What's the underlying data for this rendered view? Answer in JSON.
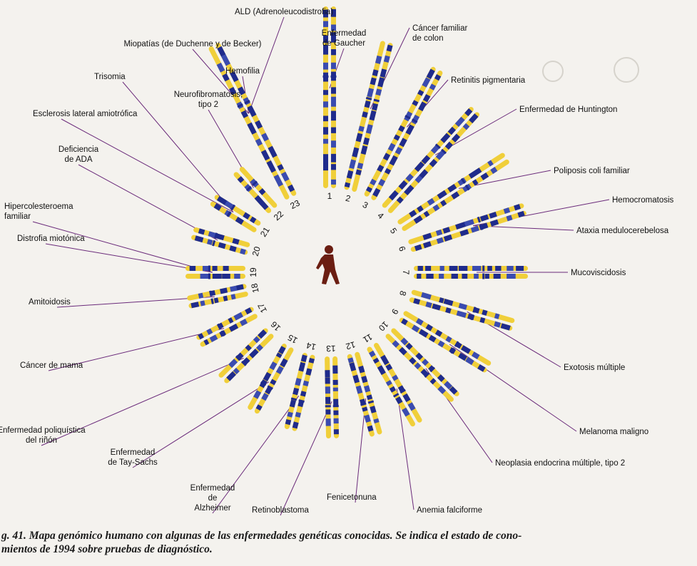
{
  "figure": {
    "caption_line1": "g. 41. Mapa genómico humano con algunas de las enfermedades genéticas conocidas. Se indica el estado de cono-",
    "caption_line2": "mientos de 1994 sobre pruebas de diagnóstico.",
    "chromosome_numbers": [
      "1",
      "2",
      "3",
      "4",
      "5",
      "6",
      "7",
      "8",
      "9",
      "10",
      "11",
      "12",
      "13",
      "14",
      "15",
      "16",
      "17",
      "18",
      "19",
      "20",
      "21",
      "22",
      "23"
    ],
    "diseases": [
      {
        "chromosome": "23",
        "lines": [
          "ALD (Adrenoleucodistrofia)"
        ]
      },
      {
        "chromosome": "23",
        "lines": [
          "Miopatías (de Duchenne y de Becker)"
        ]
      },
      {
        "chromosome": "23",
        "lines": [
          "Hemofilia"
        ]
      },
      {
        "chromosome": "1",
        "lines": [
          "Enfermedad",
          "de Gaucher"
        ]
      },
      {
        "chromosome": "2",
        "lines": [
          "Cáncer familiar",
          "de colon"
        ]
      },
      {
        "chromosome": "3",
        "lines": [
          "Retinitis pigmentaria"
        ]
      },
      {
        "chromosome": "4",
        "lines": [
          "Enfermedad de Huntington"
        ]
      },
      {
        "chromosome": "5",
        "lines": [
          "Poliposis coli familiar"
        ]
      },
      {
        "chromosome": "6",
        "lines": [
          "Hemocromatosis"
        ]
      },
      {
        "chromosome": "6",
        "lines": [
          "Ataxia medulocerebelosa"
        ]
      },
      {
        "chromosome": "7",
        "lines": [
          "Mucoviscidosis"
        ]
      },
      {
        "chromosome": "8",
        "lines": [
          "Exotosis múltiple"
        ]
      },
      {
        "chromosome": "9",
        "lines": [
          "Melanoma maligno"
        ]
      },
      {
        "chromosome": "10",
        "lines": [
          "Neoplasia endocrina múltiple, tipo 2"
        ]
      },
      {
        "chromosome": "11",
        "lines": [
          "Anemia falciforme"
        ]
      },
      {
        "chromosome": "12",
        "lines": [
          "Fenicetonuna"
        ]
      },
      {
        "chromosome": "13",
        "lines": [
          "Retinoblastoma"
        ]
      },
      {
        "chromosome": "14",
        "lines": [
          "Enfermedad",
          "de",
          "Alzheimer"
        ]
      },
      {
        "chromosome": "15",
        "lines": [
          "Enfermedad",
          "de Tay-Sachs"
        ]
      },
      {
        "chromosome": "16",
        "lines": [
          "Enfermedad poliquística",
          "del riñón"
        ]
      },
      {
        "chromosome": "17",
        "lines": [
          "Cáncer de mama"
        ]
      },
      {
        "chromosome": "18",
        "lines": [
          "Amitoidosis"
        ]
      },
      {
        "chromosome": "19",
        "lines": [
          "Distrofia miotónica"
        ]
      },
      {
        "chromosome": "19",
        "lines": [
          "Hipercolesteroema",
          "familiar"
        ]
      },
      {
        "chromosome": "20",
        "lines": [
          "Deficiencia",
          "de ADA"
        ]
      },
      {
        "chromosome": "21",
        "lines": [
          "Esclerosis lateral amiotrófica"
        ]
      },
      {
        "chromosome": "21",
        "lines": [
          "Trisomia"
        ]
      },
      {
        "chromosome": "22",
        "lines": [
          "Neurofibromatosis,",
          "tipo 2"
        ]
      }
    ],
    "colors": {
      "chromatid": "#f0cf3a",
      "band": "#1f2b8c",
      "band_light": "#3a4bb0",
      "leader": "#6a2a7a",
      "figure": "#6b1e12",
      "text": "#111111"
    }
  }
}
